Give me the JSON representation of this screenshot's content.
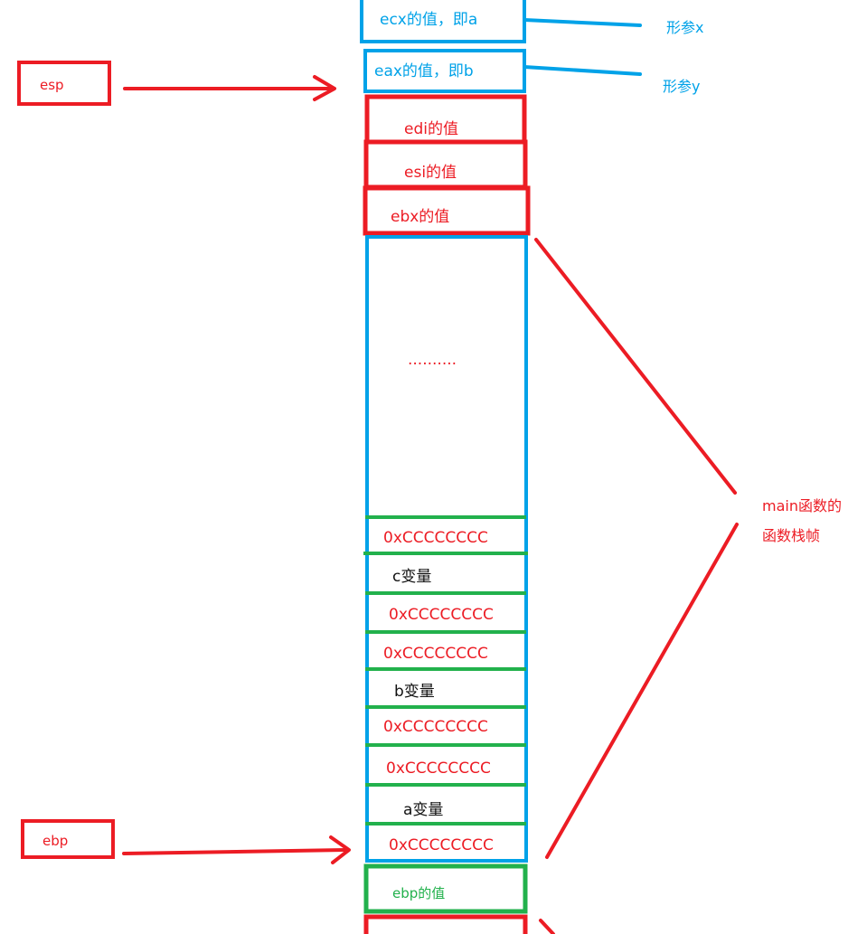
{
  "registers": {
    "esp": "esp",
    "ebp": "ebp"
  },
  "top_cells": {
    "ecx": "ecx的值，即a",
    "eax": "eax的值，即b"
  },
  "params": {
    "x": "形参x",
    "y": "形参y"
  },
  "saved_regs": {
    "edi": "edi的值",
    "esi": "esi的值",
    "ebx": "ebx的值"
  },
  "ellipsis": "..........",
  "fill_value": "0xCCCCCCCC",
  "variables": {
    "c": "c变量",
    "b": "b变量",
    "a": "a变量"
  },
  "ebp_saved": "ebp的值",
  "frame_label": {
    "line1": "main函数的",
    "line2": "函数栈帧"
  },
  "colors": {
    "red": "#ec1c24",
    "blue": "#00a2e8",
    "green": "#22b14c",
    "black": "#111111"
  }
}
